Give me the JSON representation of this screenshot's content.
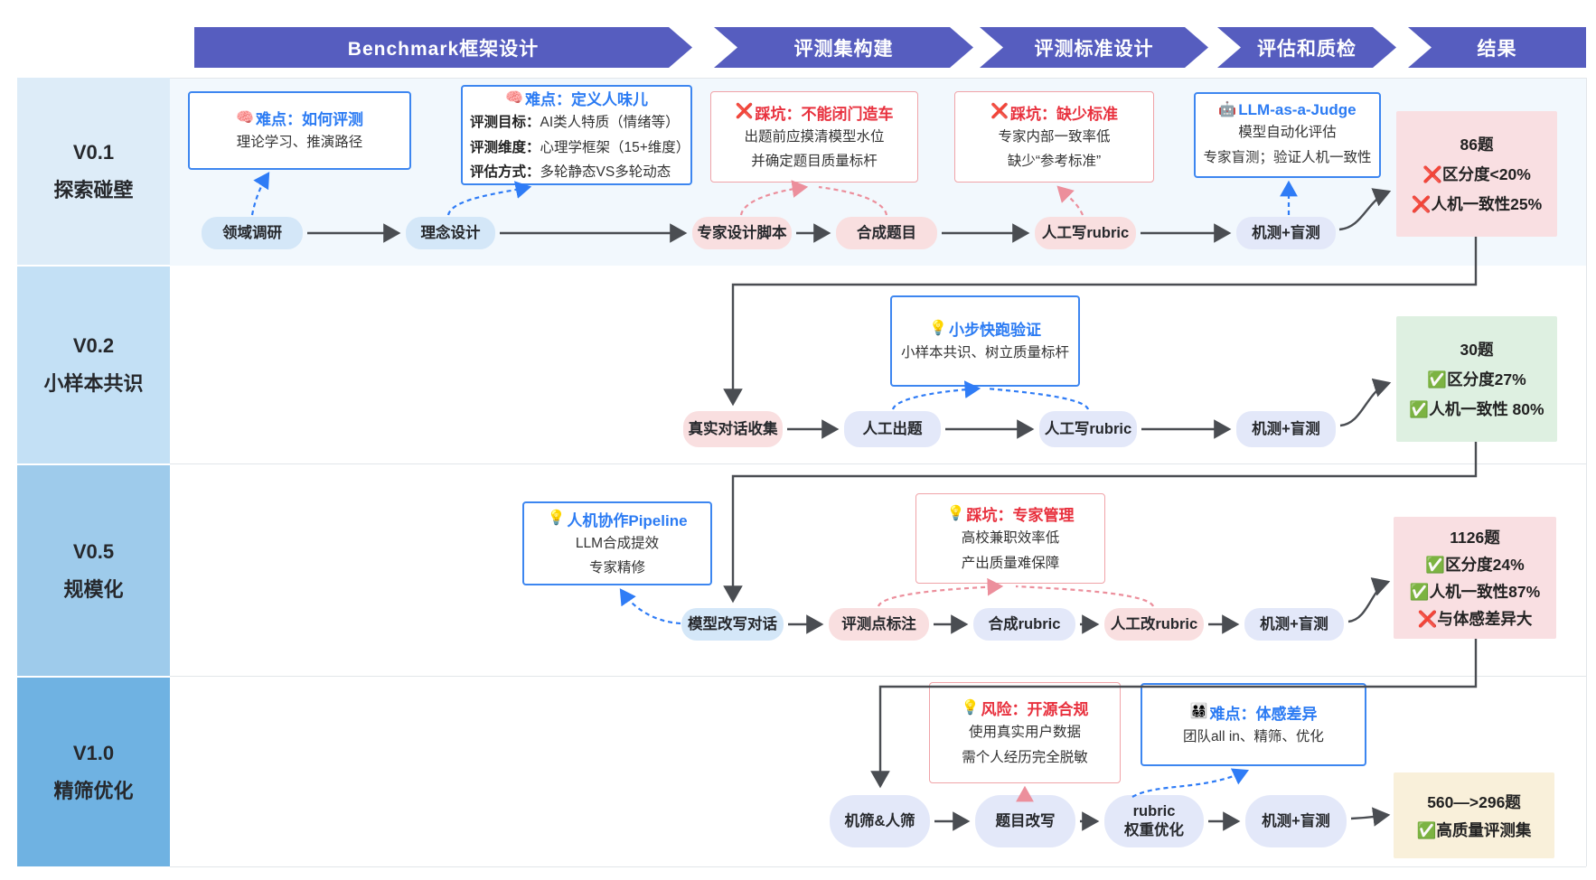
{
  "header": {
    "stages": [
      {
        "label": "Benchmark框架设计"
      },
      {
        "label": "评测集构建"
      },
      {
        "label": "评测标准设计"
      },
      {
        "label": "评估和质检"
      },
      {
        "label": "结果"
      }
    ]
  },
  "phases": [
    {
      "version": "V0.1",
      "name": "探索碰壁"
    },
    {
      "version": "V0.2",
      "name": "小样本共识"
    },
    {
      "version": "V0.5",
      "name": "规模化"
    },
    {
      "version": "V1.0",
      "name": "精筛优化"
    }
  ],
  "rows": [
    {
      "callouts": [
        {
          "icon": "🧠",
          "title": "难点：如何评测",
          "lines": [
            "理论学习、推演路径"
          ]
        },
        {
          "icon": "🧠",
          "title": "难点：定义人味儿",
          "lines": [
            {
              "b": "评测目标：",
              "t": "AI类人特质（情绪等）"
            },
            {
              "b": "评测维度：",
              "t": "心理学框架（15+维度）"
            },
            {
              "b": "评估方式：",
              "t": "多轮静态VS多轮动态"
            }
          ]
        },
        {
          "icon": "❌",
          "title": "踩坑：不能闭门造车",
          "lines": [
            "出题前应摸清模型水位",
            "并确定题目质量标杆"
          ]
        },
        {
          "icon": "❌",
          "title": "踩坑：缺少标准",
          "lines": [
            "专家内部一致率低",
            "缺少“参考标准”"
          ]
        },
        {
          "icon": "🤖",
          "title": "LLM-as-a-Judge",
          "lines": [
            "模型自动化评估",
            "专家盲测；验证人机一致性"
          ]
        }
      ],
      "nodes": [
        {
          "label": "领域调研"
        },
        {
          "label": "理念设计"
        },
        {
          "label": "专家设计脚本"
        },
        {
          "label": "合成题目"
        },
        {
          "label": "人工写rubric"
        },
        {
          "label": "机测+盲测"
        }
      ],
      "result": {
        "lines": [
          "86题",
          "❌区分度<20%",
          "❌人机一致性25%"
        ]
      }
    },
    {
      "callouts": [
        {
          "icon": "💡",
          "title": "小步快跑验证",
          "lines": [
            "小样本共识、树立质量标杆"
          ]
        }
      ],
      "nodes": [
        {
          "label": "真实对话收集"
        },
        {
          "label": "人工出题"
        },
        {
          "label": "人工写rubric"
        },
        {
          "label": "机测+盲测"
        }
      ],
      "result": {
        "lines": [
          "30题",
          "✅区分度27%",
          "✅人机一致性 80%"
        ]
      }
    },
    {
      "callouts": [
        {
          "icon": "💡",
          "title": "人机协作Pipeline",
          "lines": [
            "LLM合成提效",
            "专家精修"
          ]
        },
        {
          "icon": "💡",
          "title": "踩坑：专家管理",
          "lines": [
            "高校兼职效率低",
            "产出质量难保障"
          ]
        }
      ],
      "nodes": [
        {
          "label": "模型改写对话"
        },
        {
          "label": "评测点标注"
        },
        {
          "label": "合成rubric"
        },
        {
          "label": "人工改rubric"
        },
        {
          "label": "机测+盲测"
        }
      ],
      "result": {
        "lines": [
          "1126题",
          "✅区分度24%",
          "✅人机一致性87%",
          "❌与体感差异大"
        ]
      }
    },
    {
      "callouts": [
        {
          "icon": "💡",
          "title": "风险：开源合规",
          "lines": [
            "使用真实用户数据",
            "需个人经历完全脱敏"
          ]
        },
        {
          "icon": "👨‍👩‍👧‍👦",
          "title": "难点：体感差异",
          "lines": [
            "团队all in、精筛、优化"
          ]
        }
      ],
      "nodes": [
        {
          "label": "机筛&人筛"
        },
        {
          "label": "题目改写"
        },
        {
          "label": "rubric\n权重优化"
        },
        {
          "label": "机测+盲测"
        }
      ],
      "result": {
        "lines": [
          "560—>296题",
          "✅高质量评测集"
        ]
      }
    }
  ],
  "colors": {
    "header_band": "#565dbf",
    "phase_shades": [
      "#ddecf8",
      "#c3e0f5",
      "#9ecbeb",
      "#6fb2e2"
    ],
    "blue_accent": "#2b7bf3",
    "red_accent": "#e8313e",
    "pill_blue": "#d4e7f8",
    "pill_pink": "#f9dfe0",
    "pill_lavender": "#e3e8f9",
    "result_pink": "#f9dfe2",
    "result_green": "#def0e1",
    "result_cream": "#f9f0da"
  }
}
